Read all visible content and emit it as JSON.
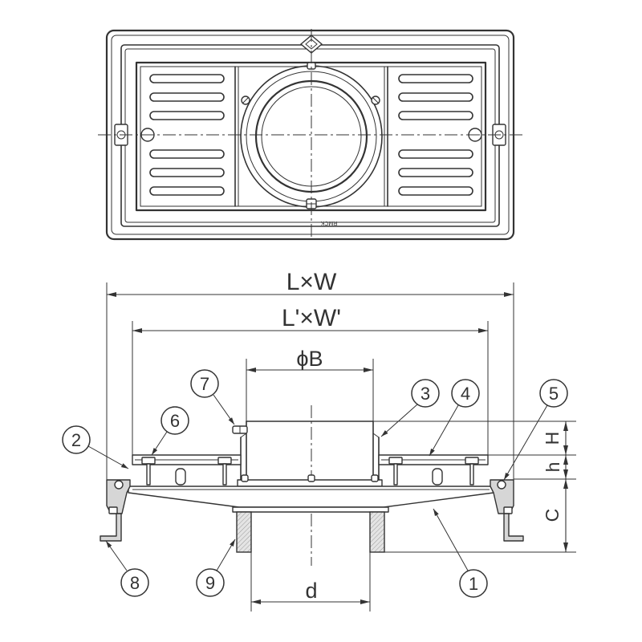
{
  "dimensions": {
    "overall_size": "L×W",
    "inner_size": "L'×W'",
    "top_diameter": "ϕB",
    "outlet_diameter": "d",
    "height_H": "H",
    "height_h": "h",
    "height_C": "C"
  },
  "plan_view": {
    "marking": "RMCK"
  },
  "callouts": [
    "1",
    "2",
    "3",
    "4",
    "5",
    "6",
    "7",
    "8",
    "9"
  ],
  "colors": {
    "ink": "#333333",
    "shade": "#d6d6d6"
  }
}
